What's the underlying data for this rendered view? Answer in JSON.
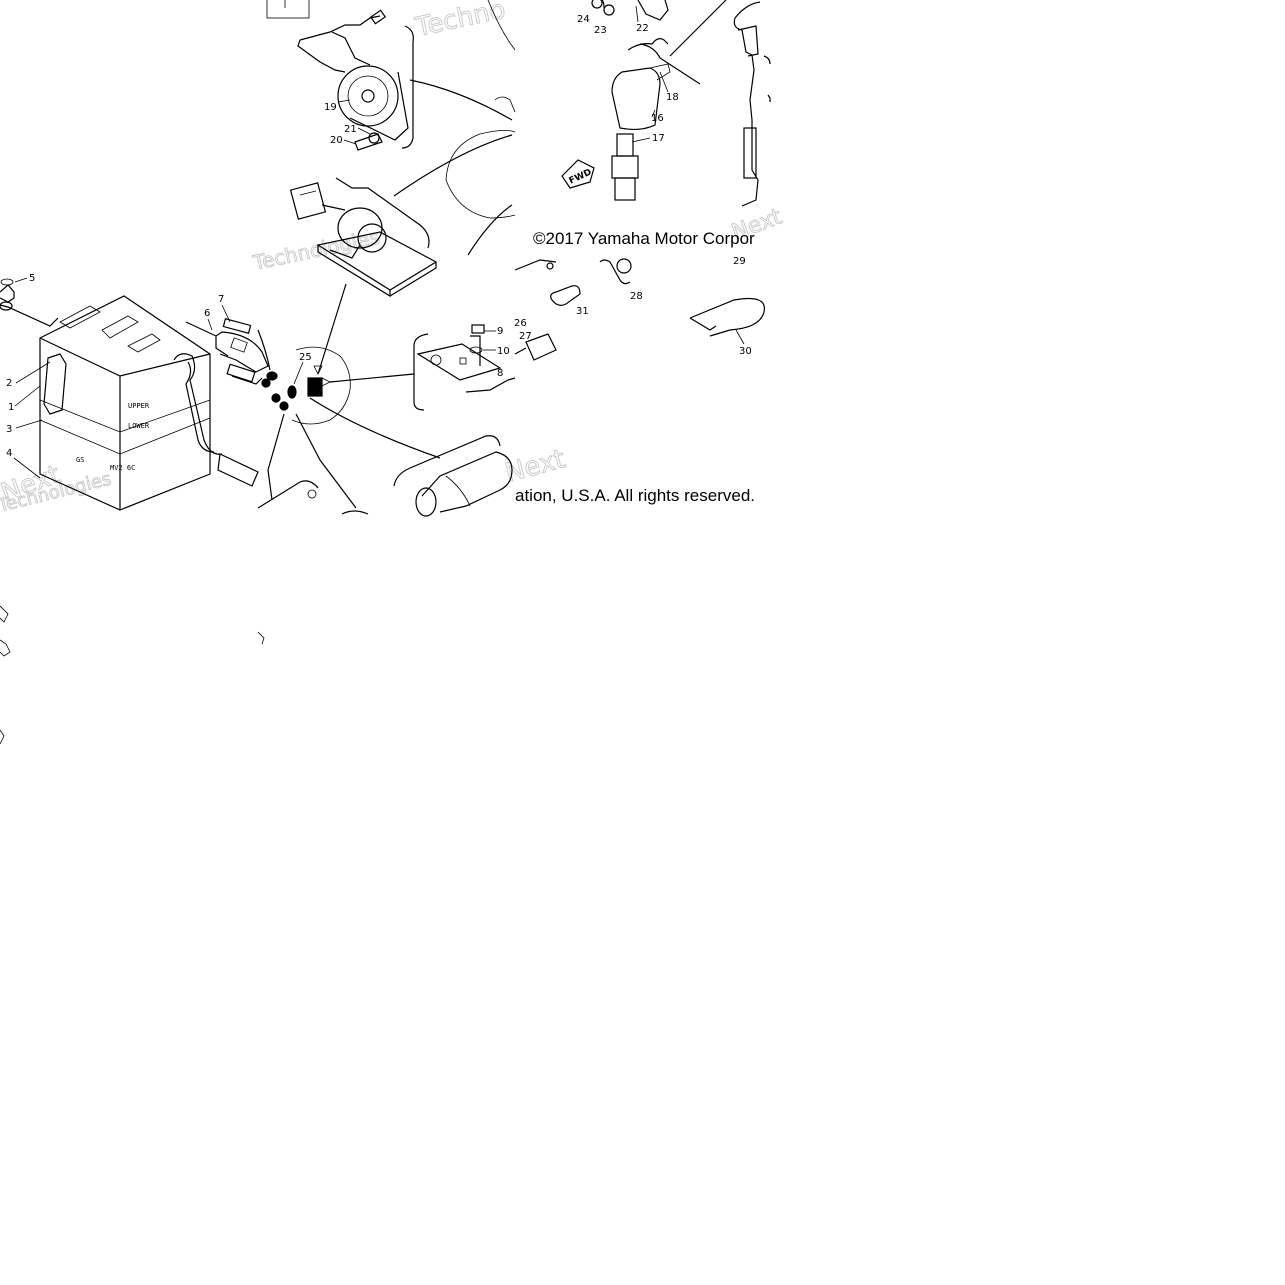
{
  "copyright": {
    "part_a": "©2017 Yamaha Motor Corpor",
    "part_b": "ation, U.S.A. All rights reserved."
  },
  "watermarks": [
    "Techno",
    "Technologies",
    "Next",
    "Next",
    "Technologies"
  ],
  "direction_marker": "FWD",
  "battery": {
    "upper_label": "UPPER",
    "lower_label": "LOWER",
    "model_code": "MV2 6C",
    "small_code": "GS"
  },
  "callouts": {
    "c1": "1",
    "c2": "2",
    "c3": "3",
    "c4": "4",
    "c5": "5",
    "c6": "6",
    "c7": "7",
    "c8": "8",
    "c9": "9",
    "c10": "10",
    "c16": "16",
    "c17": "17",
    "c18": "18",
    "c19": "19",
    "c20": "20",
    "c21": "21",
    "c22": "22",
    "c23": "23",
    "c24": "24",
    "c25": "25",
    "c26": "26",
    "c27": "27",
    "c28": "28",
    "c29": "29",
    "c30": "30",
    "c31": "31"
  },
  "colors": {
    "ink": "#000000",
    "watermark": "#c8c8c8",
    "background": "#ffffff"
  }
}
